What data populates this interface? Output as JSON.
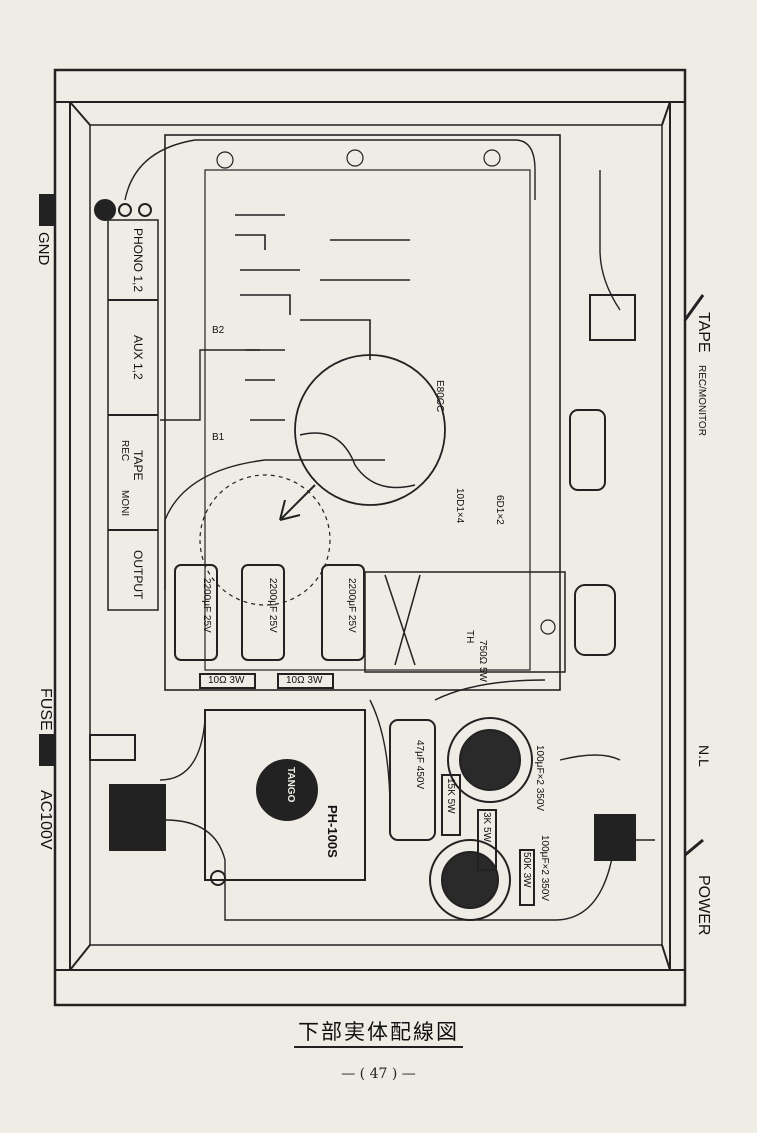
{
  "caption": "下部実体配線図",
  "page_number": "— ( 47 ) —",
  "panel_left": {
    "gnd": "GND",
    "phono": "PHONO 1,2",
    "aux": "AUX 1,2",
    "tape": "TAPE",
    "tape_rec": "REC",
    "tape_moni": "MONI",
    "output": "OUTPUT",
    "fuse": "FUSE",
    "ac": "AC100V"
  },
  "panel_right": {
    "tape": "TAPE",
    "rec_monitor": "REC/MONITOR",
    "nl": "N.L",
    "power": "POWER"
  },
  "board": {
    "b1": "B1",
    "b2": "B2",
    "tube": "E80CC",
    "diode_10d1": "10D1×4",
    "diode_6d1": "6D1×2",
    "cap1": "2200μF 25V",
    "cap2": "2200μF 25V",
    "cap3": "2200μF 25V",
    "res1": "10Ω 3W",
    "res2": "10Ω 3W",
    "th": "TH",
    "res750": "750Ω 5W",
    "cap47": "47μF 450V",
    "res15k": "15K 5W",
    "res3k": "3K 5W",
    "res50k": "50K 3W",
    "cap100a": "100μF×2 350V",
    "cap100b": "100μF×2 350V"
  },
  "transformer": {
    "brand": "TANGO",
    "model": "PH-100S"
  }
}
